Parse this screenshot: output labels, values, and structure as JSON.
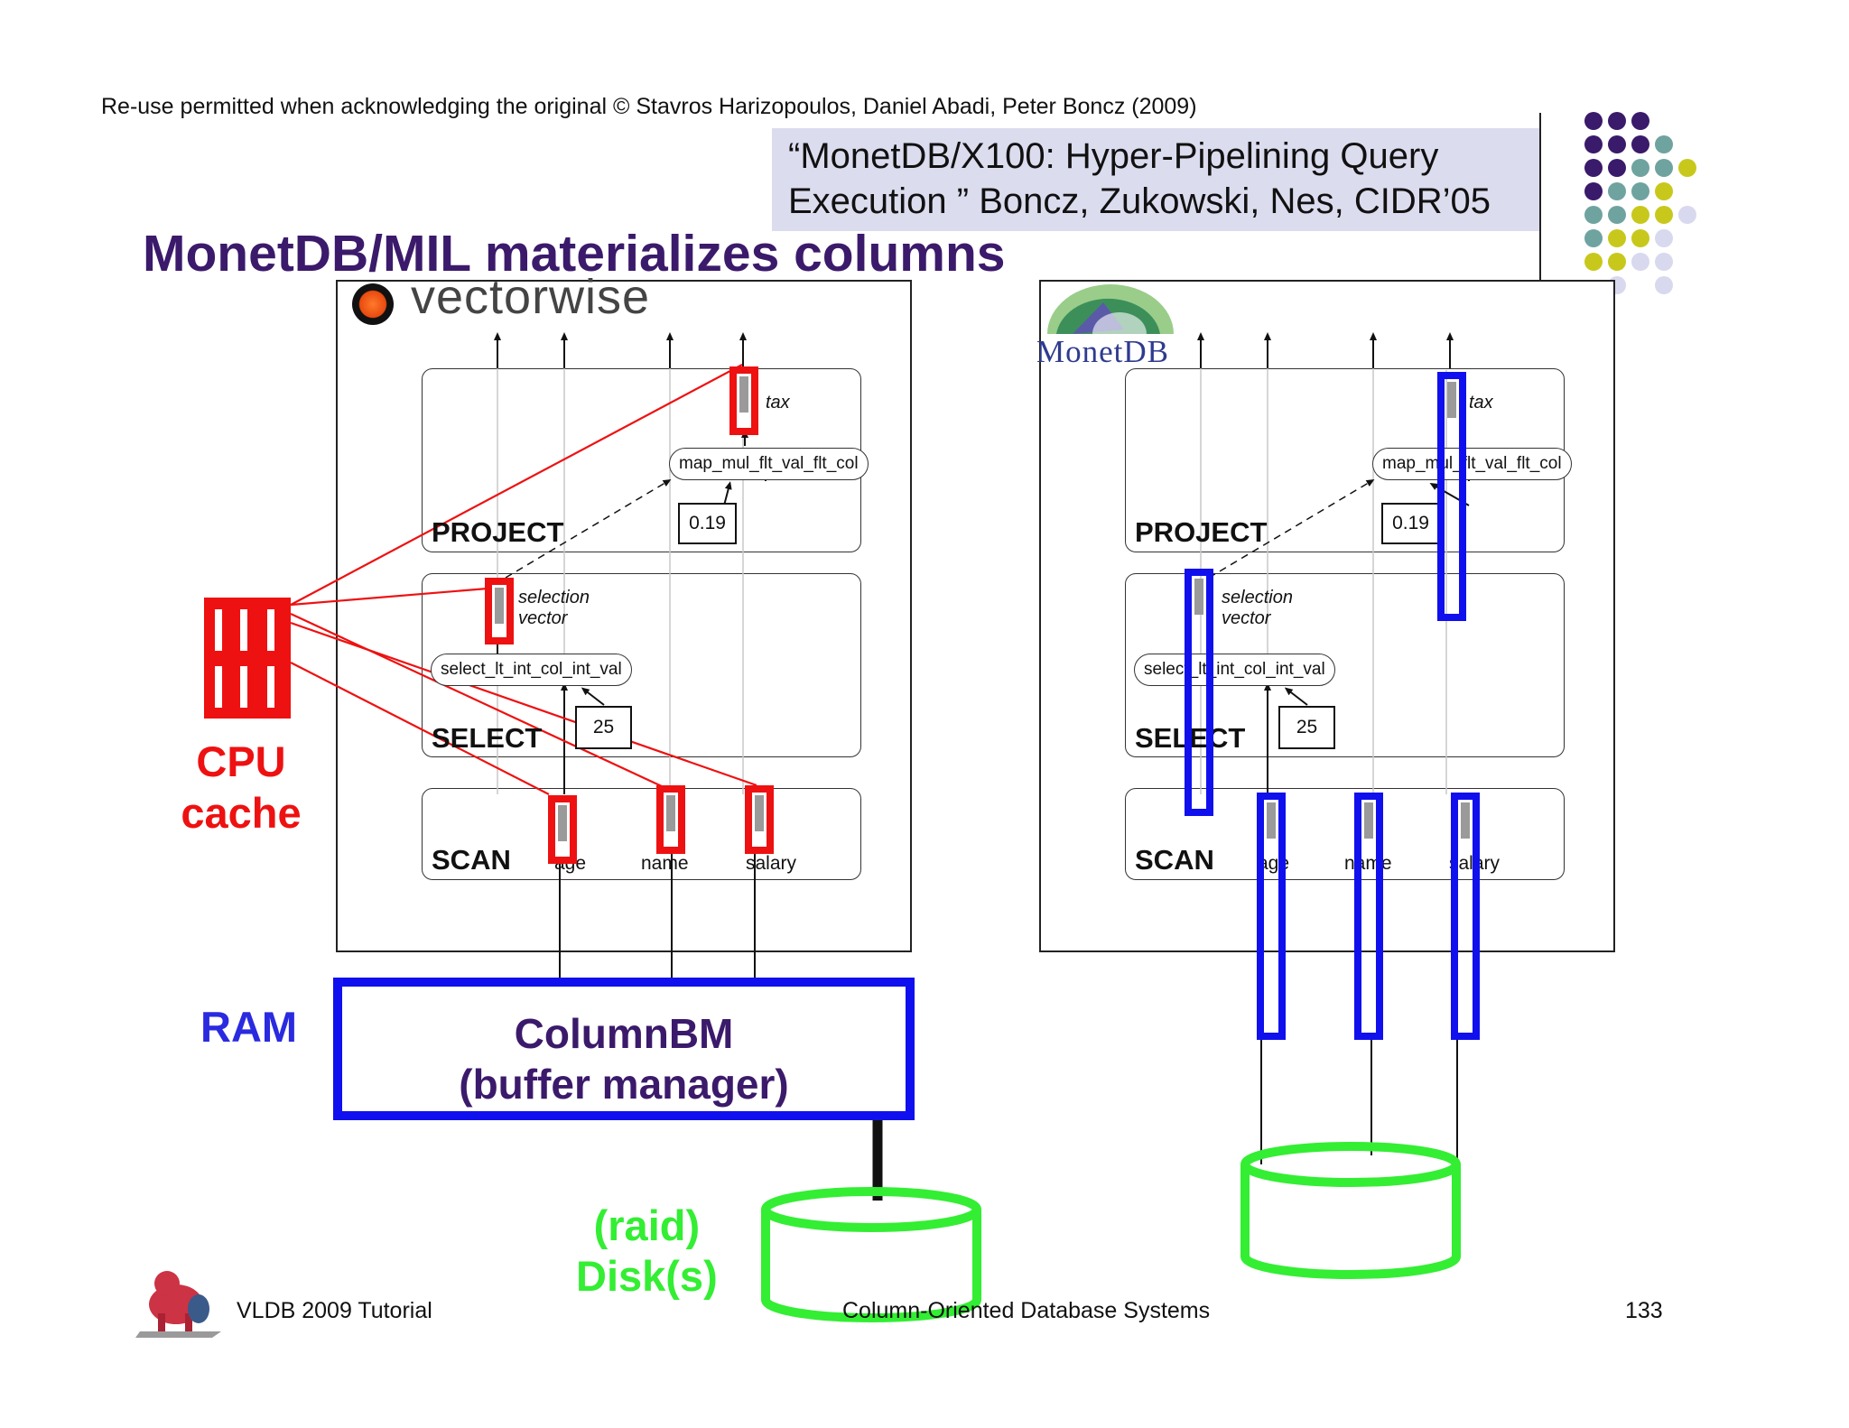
{
  "header": {
    "copyright": "Re-use permitted when acknowledging the original © Stavros Harizopoulos, Daniel Abadi, Peter Boncz (2009)",
    "citation_line1": "“MonetDB/X100: Hyper-Pipelining Query",
    "citation_line2": "Execution ” Boncz, Zukowski, Nes, CIDR’05",
    "title": "MonetDB/MIL materializes columns"
  },
  "logos": {
    "left": "vectorwise",
    "right": "MonetDB"
  },
  "left_panel": {
    "project": {
      "label": "PROJECT",
      "op": "map_mul_flt_val_flt_col",
      "const": "0.19",
      "output": "tax"
    },
    "select": {
      "label": "SELECT",
      "op": "select_lt_int_col_int_val",
      "const": "25",
      "output_line1": "selection",
      "output_line2": "vector"
    },
    "scan": {
      "label": "SCAN",
      "columns": [
        "age",
        "name",
        "salary"
      ]
    }
  },
  "right_panel": {
    "project": {
      "label": "PROJECT",
      "op": "map_mul_flt_val_flt_col",
      "const": "0.19",
      "output": "tax"
    },
    "select": {
      "label": "SELECT",
      "op": "select_lt_int_col_int_val",
      "const": "25",
      "output_line1": "selection",
      "output_line2": "vector"
    },
    "scan": {
      "label": "SCAN",
      "columns": [
        "age",
        "name",
        "salary"
      ]
    }
  },
  "labels": {
    "cpu_line1": "CPU",
    "cpu_line2": "cache",
    "ram": "RAM",
    "bm_line1": "ColumnBM",
    "bm_line2": "(buffer manager)",
    "disk_line1": "(raid)",
    "disk_line2": "Disk(s)"
  },
  "footer": {
    "left": "VLDB 2009 Tutorial",
    "center": "Column-Oriented Database Systems",
    "page": "133"
  },
  "colors": {
    "title": "#3b1a6b",
    "cpu_cache": "#ee1111",
    "ram": "#1010ee",
    "disk": "#33ee33",
    "citation_bg": "#dcdcef",
    "dot_purple": "#3a1a6a",
    "dot_teal": "#6fa3a0",
    "dot_olive": "#c8c81c",
    "dot_lavender": "#d8d8ee"
  }
}
